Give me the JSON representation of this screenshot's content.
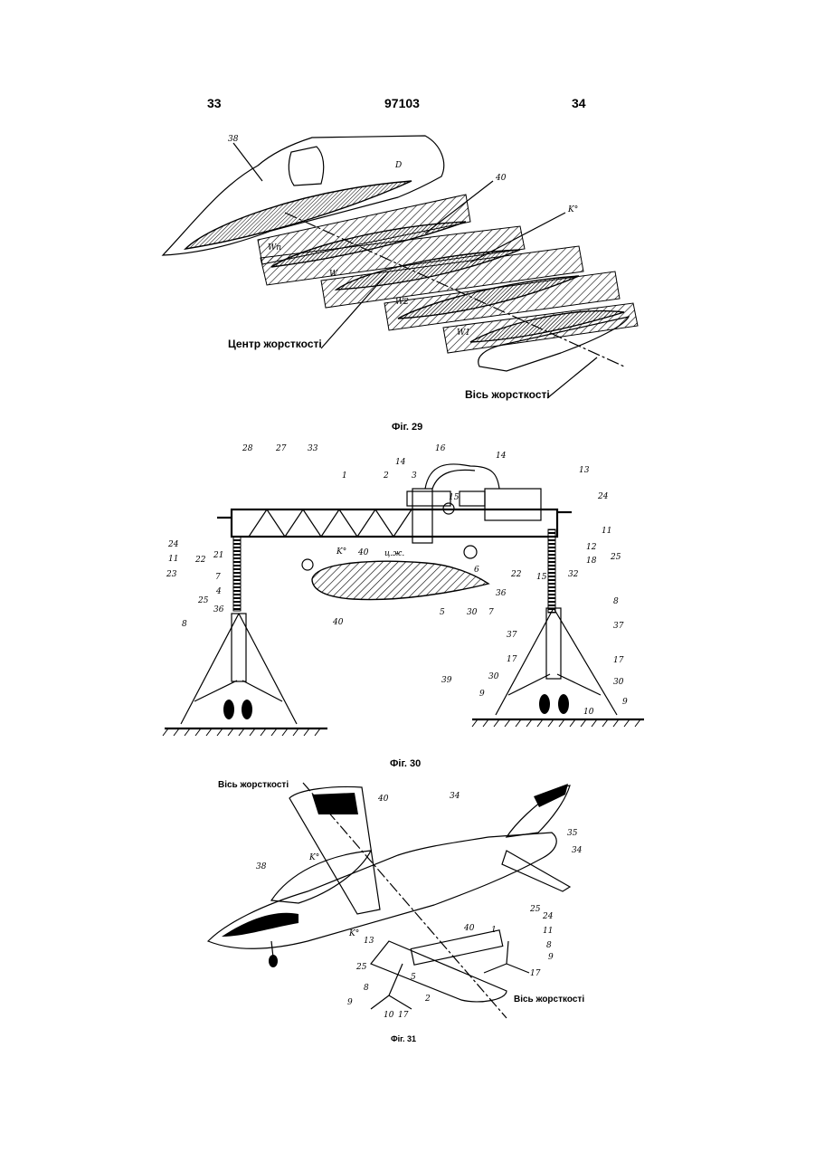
{
  "header": {
    "left": "33",
    "center": "97103",
    "right": "34"
  },
  "fig29": {
    "caption": "Фіг. 29",
    "label_center": "Центр жорсткості",
    "label_axis": "Вісь жорсткості",
    "refs": [
      "38",
      "40",
      "K°",
      "Wn",
      "W",
      "W2",
      "W1",
      "D"
    ]
  },
  "fig30": {
    "caption": "Фіг. 30",
    "refs": [
      "28",
      "27",
      "33",
      "1",
      "2",
      "3",
      "14",
      "16",
      "14",
      "13",
      "24",
      "11",
      "12",
      "18",
      "32",
      "25",
      "8",
      "37",
      "17",
      "30",
      "9",
      "10",
      "39",
      "24",
      "11",
      "22",
      "23",
      "21",
      "7",
      "4",
      "36",
      "25",
      "8",
      "40",
      "K°",
      "ц.ж.",
      "5",
      "30",
      "7",
      "6",
      "36",
      "22",
      "15",
      "15"
    ]
  },
  "fig31": {
    "caption": "Фіг. 31",
    "label_axis_top": "Вісь жорсткості",
    "label_axis_bottom": "Вісь жорсткості",
    "refs": [
      "40",
      "34",
      "35",
      "34",
      "38",
      "K°",
      "40",
      "1",
      "25",
      "24",
      "11",
      "8",
      "9",
      "13",
      "K°",
      "25",
      "5",
      "8",
      "9",
      "10",
      "17",
      "2",
      "17"
    ]
  }
}
